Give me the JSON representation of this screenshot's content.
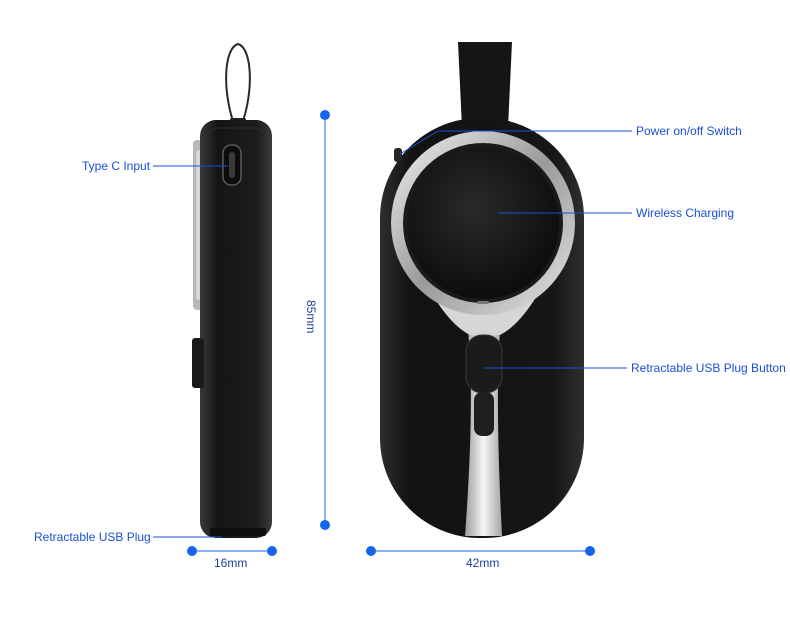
{
  "labels": {
    "type_c_input": "Type C Input",
    "retractable_usb_plug": "Retractable USB Plug",
    "power_switch": "Power on/off Switch",
    "wireless_charging": "Wireless Charging",
    "usb_plug_button": "Retractable USB Plug Button"
  },
  "dimensions": {
    "thickness": "16mm",
    "height": "85mm",
    "width": "42mm"
  },
  "colors": {
    "callout": "#1a4fd6",
    "dimension_marker": "#1565e8",
    "device_body": "#1c1c1c",
    "ring": "#c8c8c8"
  }
}
